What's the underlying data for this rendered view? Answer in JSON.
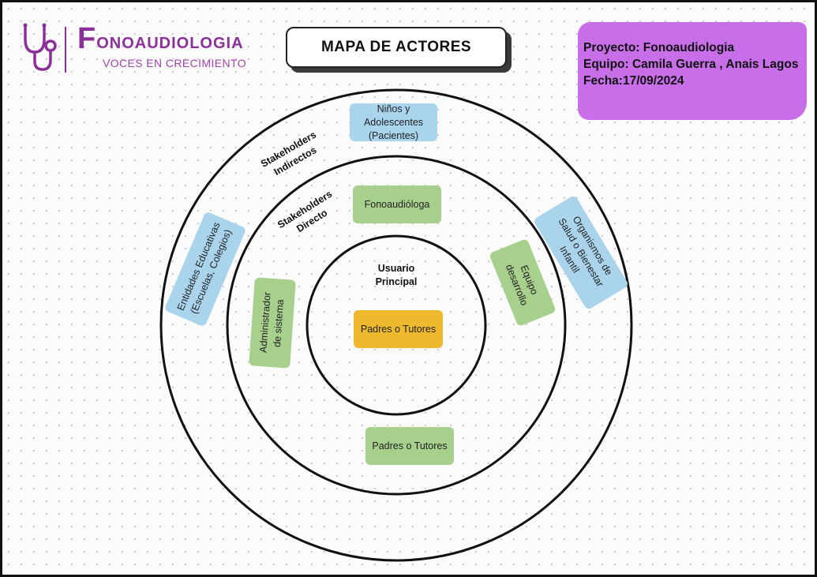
{
  "logo": {
    "brand_initial": "F",
    "brand_rest": "ONOAUDIOLOGIA",
    "tagline": "VOCES EN CRECIMIENTO",
    "icon": "stethoscope-icon",
    "color": "#8b2f99"
  },
  "title": "MAPA DE ACTORES",
  "info": {
    "project": "Proyecto: Fonoaudiologia",
    "team": "Equipo: Camila Guerra , Anais Lagos",
    "date": "Fecha:17/09/2024",
    "color": "#c86ee8"
  },
  "rings": {
    "outer_label": "Stakeholders\nIndirectos",
    "middle_label": "Stakeholders\nDirecto",
    "inner_label": "Usuario\nPrincipal"
  },
  "actors": {
    "inner": [
      {
        "label": "Padres o Tutores"
      }
    ],
    "middle": [
      {
        "label": "Fonoaudióloga"
      },
      {
        "label": "Equipo\ndesarrollo"
      },
      {
        "label": "Padres o Tutores"
      },
      {
        "label": "Administrador\nde sistema"
      }
    ],
    "outer": [
      {
        "label": "Niños y\nAdolescentes\n(Pacientes)"
      },
      {
        "label": "Organismos de\nSalud o Bienestar\nInfantil"
      },
      {
        "label": "Entidades Educativas\n(Escuelas, Colegios)"
      }
    ]
  },
  "colors": {
    "indirect": "#aad4ec",
    "direct": "#a8d08d",
    "principal": "#efb92e"
  }
}
